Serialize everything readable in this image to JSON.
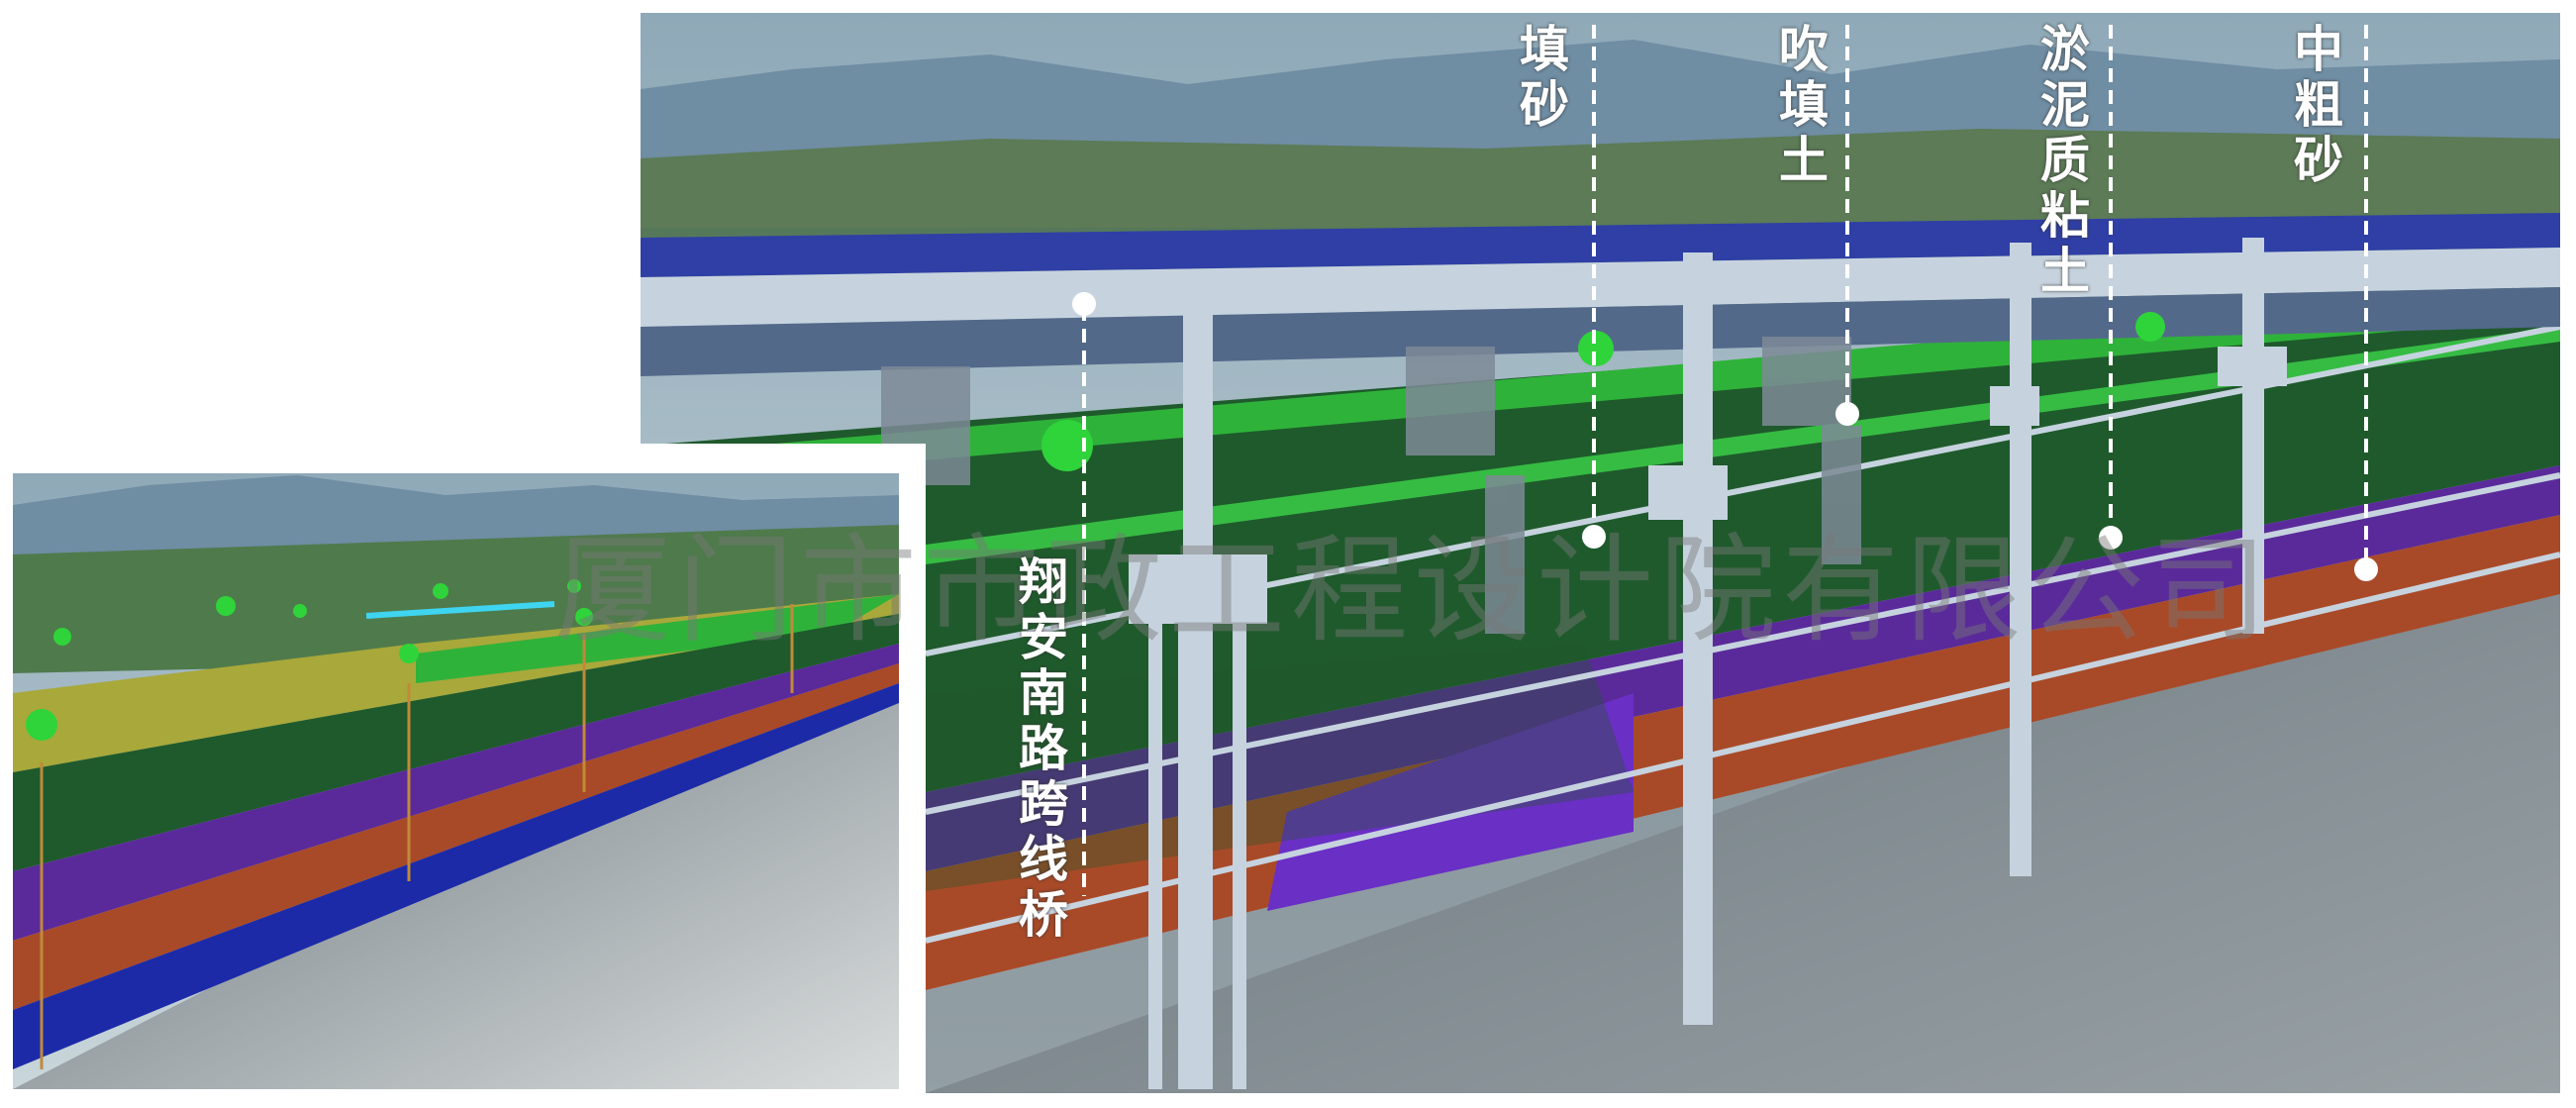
{
  "main_view": {
    "bridge_label": "翔安南路跨线桥",
    "strata_labels": [
      "填砂",
      "吹填土",
      "淤泥质粘土",
      "中粗砂"
    ]
  },
  "watermark": "厦门市市政工程设计院有限公司",
  "colors": {
    "fill_sand": "#2fb23a",
    "dredger_fill": "#1f5a2c",
    "silty_clay": "#5a2a9a",
    "medium_coarse_sand": "#a84a28",
    "deep_layer": "#1c2aa8",
    "yellow_layer": "#a9a83a",
    "pier": "#c6d3df"
  }
}
